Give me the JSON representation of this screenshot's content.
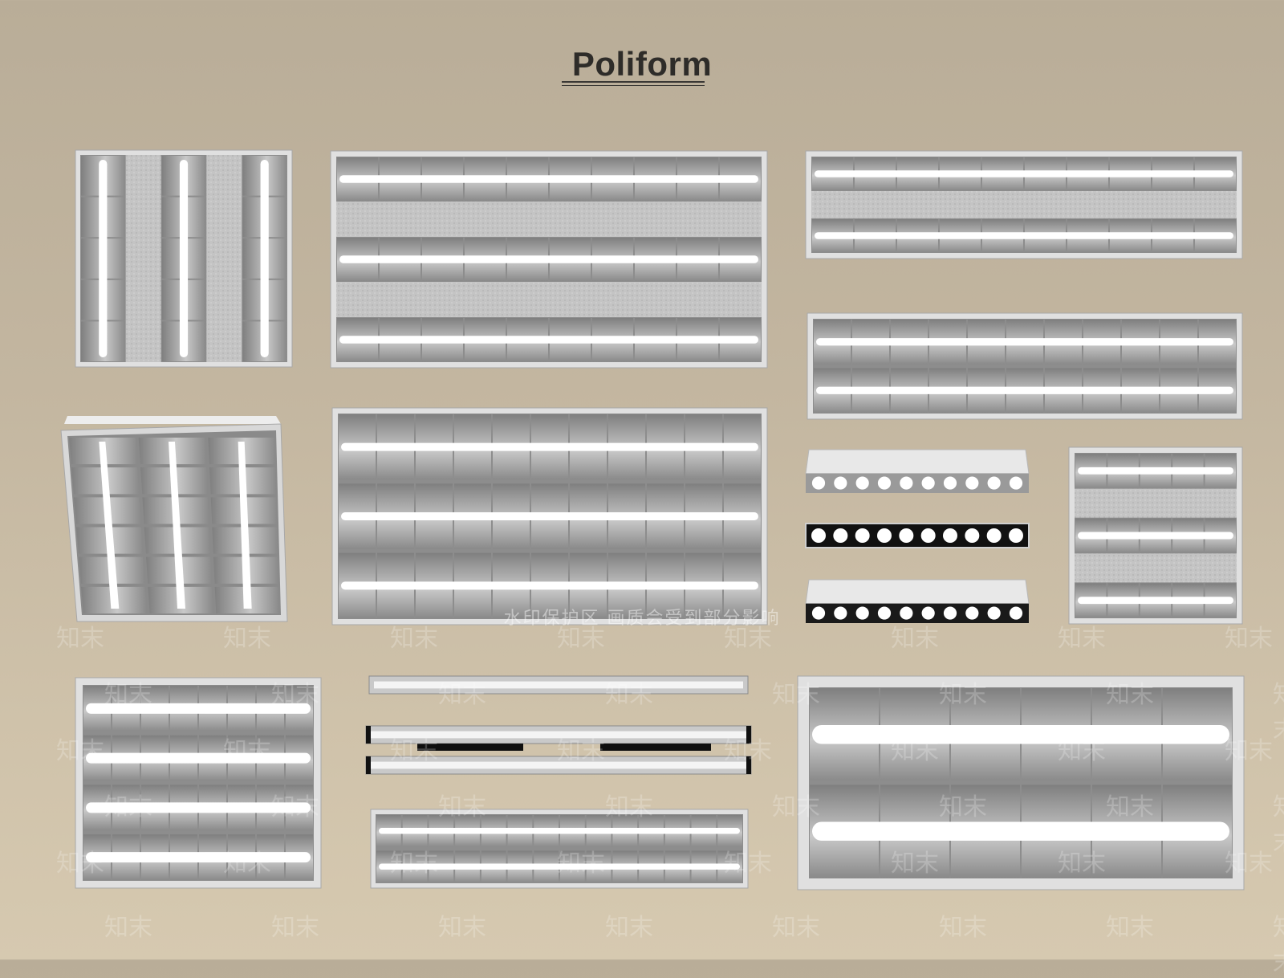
{
  "brand": {
    "name": "Poliform"
  },
  "watermark": {
    "notice": "水印保护区  画质会受到部分影响",
    "mark": "知末"
  },
  "colors": {
    "background": "#c3b6a0",
    "frame": "#d9d9d9",
    "panel_dark": "#8e8e8e",
    "panel_light": "#c9c9c9",
    "diffuser": "#c8c8c8",
    "tube": "#ffffff",
    "title": "#2e2c29"
  },
  "fixtures": [
    {
      "id": "vertical-troffer-3",
      "orientation": "vertical",
      "tubes": 3,
      "cells": 5,
      "diffuser": true
    },
    {
      "id": "wide-troffer-3",
      "orientation": "horizontal",
      "tubes": 3,
      "cells": 10,
      "diffuser": true
    },
    {
      "id": "wide-troffer-2",
      "orientation": "horizontal",
      "tubes": 2,
      "cells": 10,
      "diffuser": true
    },
    {
      "id": "wide-troffer-2-deep",
      "orientation": "horizontal",
      "tubes": 2,
      "cells": 11,
      "diffuser": false
    },
    {
      "id": "perspective-troffer-3",
      "orientation": "vertical",
      "tubes": 3,
      "cells": 6,
      "diffuser": false
    },
    {
      "id": "large-troffer-3",
      "orientation": "horizontal",
      "tubes": 3,
      "cells": 11,
      "diffuser": false
    },
    {
      "id": "spot-bar-white",
      "type": "spot-bar",
      "spots": 10,
      "finish": "white"
    },
    {
      "id": "spot-bar-black",
      "type": "spot-bar",
      "spots": 10,
      "finish": "black"
    },
    {
      "id": "spot-bar-white-black-face",
      "type": "spot-bar",
      "spots": 10,
      "finish": "white-black"
    },
    {
      "id": "small-troffer-3",
      "orientation": "horizontal",
      "tubes": 3,
      "cells": 5,
      "diffuser": true
    },
    {
      "id": "square-troffer-4",
      "orientation": "horizontal",
      "tubes": 4,
      "cells": 8,
      "diffuser": false
    },
    {
      "id": "linear-strip-single",
      "type": "linear-strip"
    },
    {
      "id": "linear-strip-double",
      "type": "linear-strip-double"
    },
    {
      "id": "slim-troffer-2",
      "orientation": "horizontal",
      "tubes": 2,
      "cells": 14,
      "diffuser": false
    },
    {
      "id": "big-troffer-2",
      "orientation": "horizontal",
      "tubes": 2,
      "cells": 6,
      "diffuser": false
    }
  ]
}
